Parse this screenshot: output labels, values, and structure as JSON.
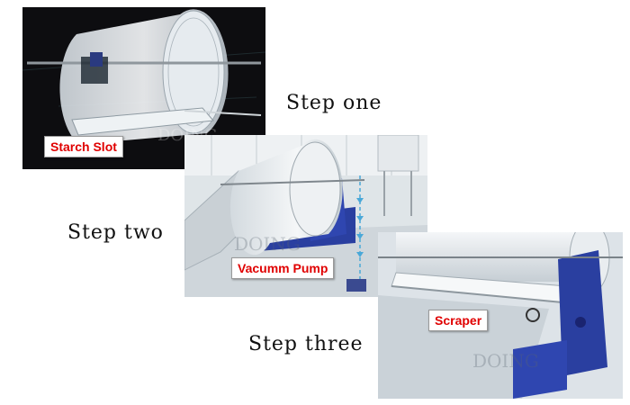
{
  "panels": [
    {
      "id": "step-one-machine",
      "tag": "Starch Slot",
      "watermark": "DOING"
    },
    {
      "id": "step-two-machine",
      "tag": "Vacumm Pump",
      "watermark": "DOING"
    },
    {
      "id": "step-three-machine",
      "tag": "Scraper",
      "watermark": "DOING"
    }
  ],
  "steps": [
    "Step one",
    "Step two",
    "Step three"
  ],
  "colors": {
    "tag_text": "#e00000",
    "machine_blue": "#2a3fa0",
    "drum": "#e8ecef"
  }
}
